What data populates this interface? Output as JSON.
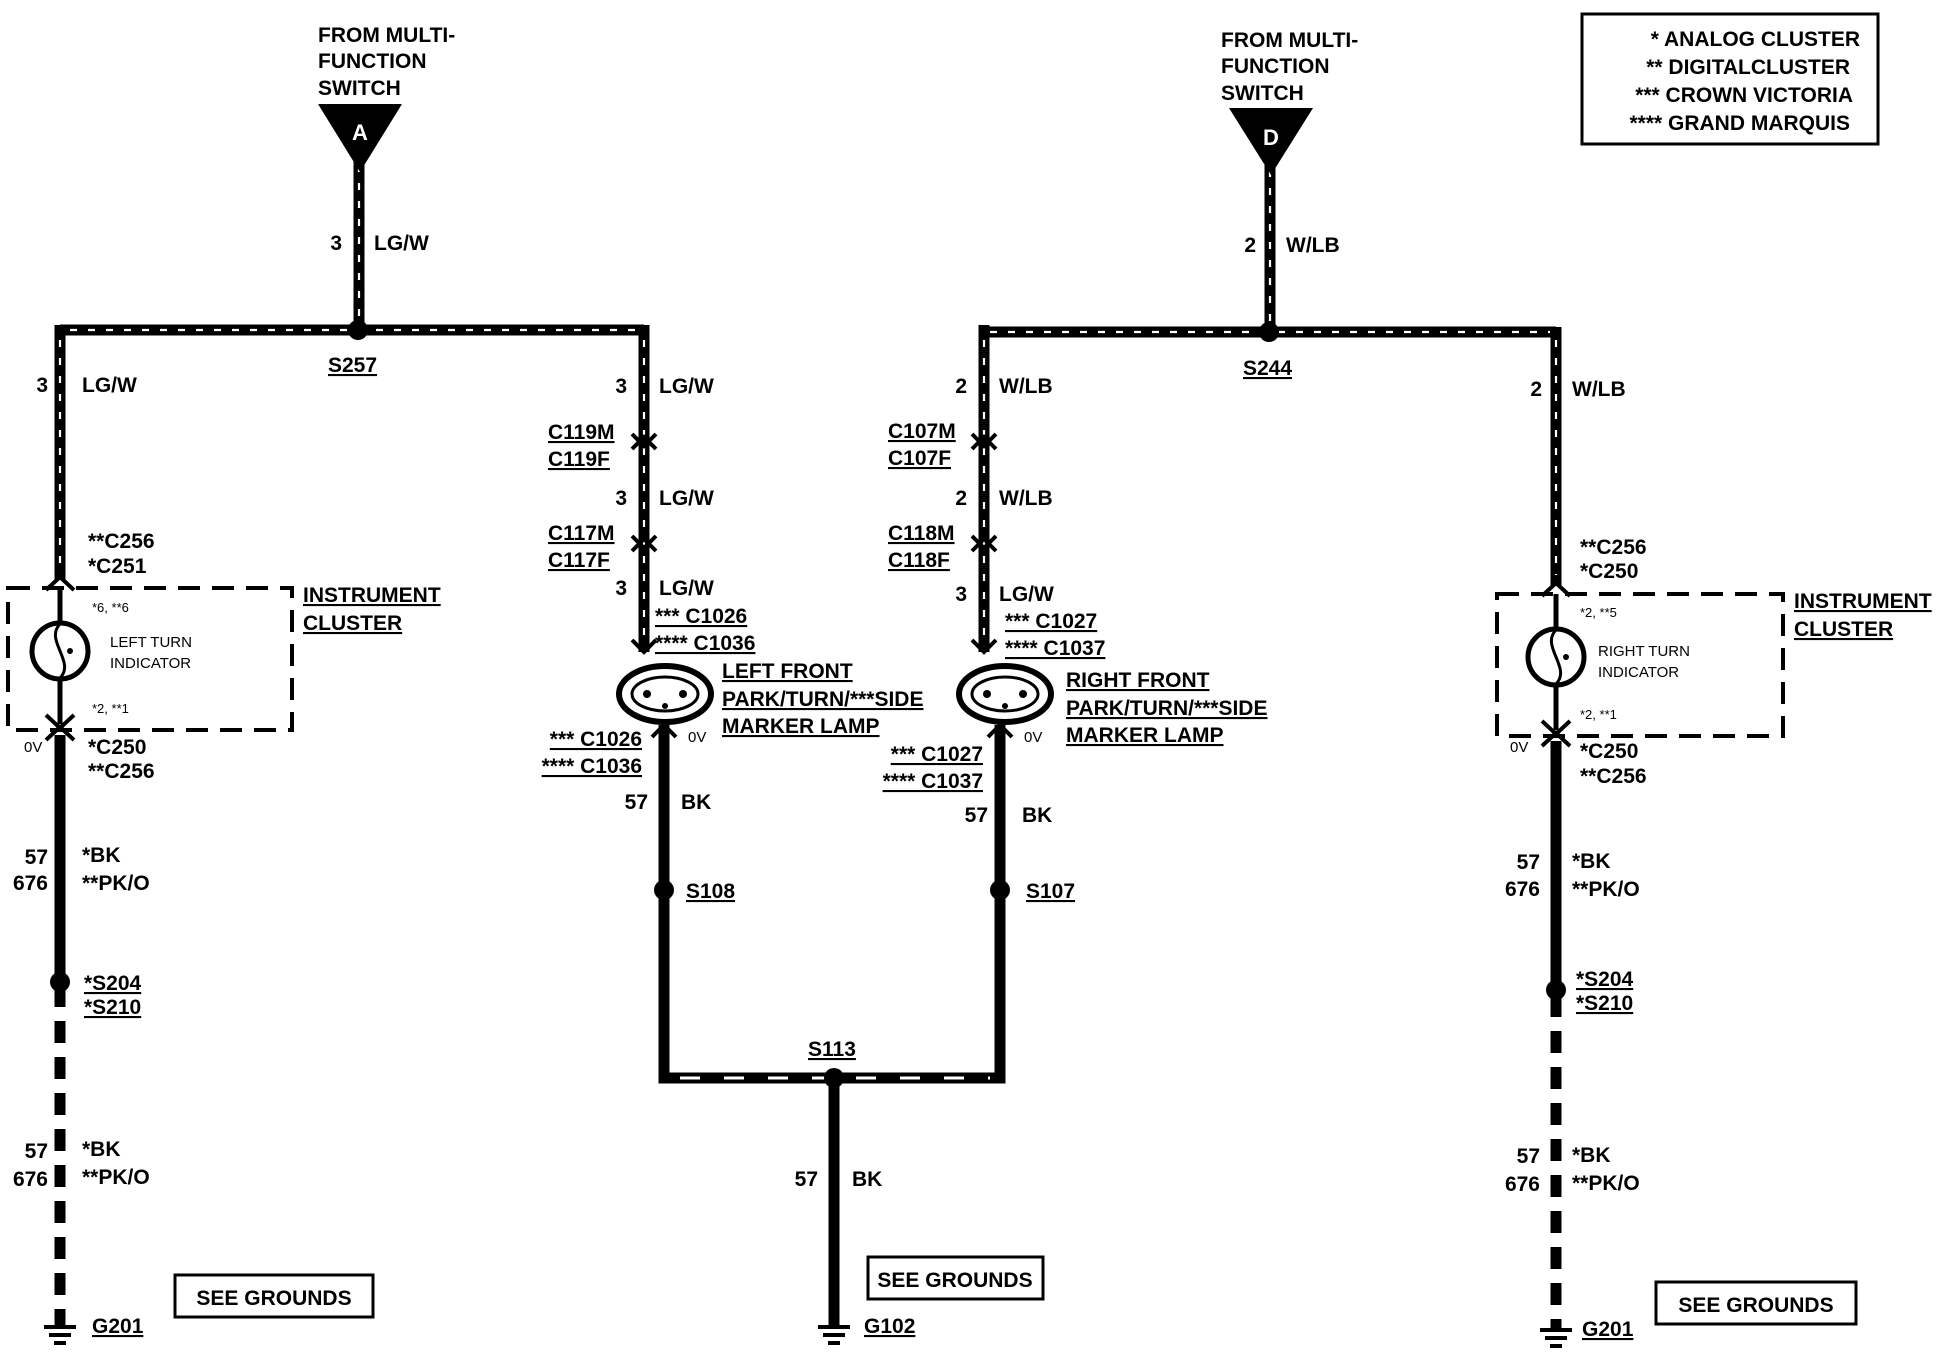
{
  "legend": [
    "* ANALOG CLUSTER",
    "** DIGITALCLUSTER",
    "*** CROWN VICTORIA",
    "**** GRAND MARQUIS"
  ],
  "left": {
    "source": [
      "FROM MULTI-",
      "FUNCTION",
      "SWITCH"
    ],
    "source_letter": "A",
    "feed_circuit": "3",
    "feed_color": "LG/W",
    "splice": "S257",
    "cluster_branch": {
      "circuit": "3",
      "color": "LG/W",
      "conn_in_1": "**C256",
      "conn_in_2": "*C251",
      "pin_in": "*6, **6",
      "cluster_label": [
        "INSTRUMENT",
        "CLUSTER"
      ],
      "indicator": [
        "LEFT TURN",
        "INDICATOR"
      ],
      "pin_out": "*2, **1",
      "zero_v": "0V",
      "conn_out_1": "*C250",
      "conn_out_2": "**C256",
      "ground_circuit_a": "57",
      "ground_circuit_b": "676",
      "ground_color_a": "*BK",
      "ground_color_b": "**PK/O",
      "splice_1": "*S204",
      "splice_2": "*S210",
      "ground_circuit_c": "57",
      "ground_circuit_d": "676",
      "ground_color_c": "*BK",
      "ground_color_d": "**PK/O",
      "see_grounds": "SEE GROUNDS",
      "ground": "G201"
    },
    "lamp_branch": {
      "circuit_1": "3",
      "color_1": "LG/W",
      "conn_a1": "C119M",
      "conn_a2": "C119F",
      "circuit_2": "3",
      "color_2": "LG/W",
      "conn_b1": "C117M",
      "conn_b2": "C117F",
      "circuit_3": "3",
      "color_3": "LG/W",
      "conn_c1": "*** C1026",
      "conn_c2": "**** C1036",
      "lamp_label": [
        "LEFT FRONT",
        "PARK/TURN/***SIDE",
        "MARKER LAMP"
      ],
      "zero_v": "0V",
      "conn_d1": "*** C1026",
      "conn_d2": "**** C1036",
      "ground_circuit": "57",
      "ground_color": "BK",
      "splice": "S108"
    }
  },
  "right": {
    "source": [
      "FROM MULTI-",
      "FUNCTION",
      "SWITCH"
    ],
    "source_letter": "D",
    "feed_circuit": "2",
    "feed_color": "W/LB",
    "splice": "S244",
    "lamp_branch": {
      "circuit_1": "2",
      "color_1": "W/LB",
      "conn_a1": "C107M",
      "conn_a2": "C107F",
      "circuit_2": "2",
      "color_2": "W/LB",
      "conn_b1": "C118M",
      "conn_b2": "C118F",
      "circuit_3": "3",
      "color_3": "LG/W",
      "conn_c1": "*** C1027",
      "conn_c2": "**** C1037",
      "lamp_label": [
        "RIGHT FRONT",
        "PARK/TURN/***SIDE",
        "MARKER LAMP"
      ],
      "zero_v": "0V",
      "conn_d1": "*** C1027",
      "conn_d2": "**** C1037",
      "ground_circuit": "57",
      "ground_color": "BK",
      "splice": "S107"
    },
    "cluster_branch": {
      "circuit": "2",
      "color": "W/LB",
      "conn_in_1": "**C256",
      "conn_in_2": "*C250",
      "pin_in": "*2, **5",
      "cluster_label": [
        "INSTRUMENT",
        "CLUSTER"
      ],
      "indicator": [
        "RIGHT TURN",
        "INDICATOR"
      ],
      "pin_out": "*2, **1",
      "zero_v": "0V",
      "conn_out_1": "*C250",
      "conn_out_2": "**C256",
      "ground_circuit_a": "57",
      "ground_circuit_b": "676",
      "ground_color_a": "*BK",
      "ground_color_b": "**PK/O",
      "splice_1": "*S204",
      "splice_2": "*S210",
      "ground_circuit_c": "57",
      "ground_circuit_d": "676",
      "ground_color_c": "*BK",
      "ground_color_d": "**PK/O",
      "see_grounds": "SEE GROUNDS",
      "ground": "G201"
    }
  },
  "center_ground": {
    "splice": "S113",
    "circuit": "57",
    "color": "BK",
    "see_grounds": "SEE GROUNDS",
    "ground": "G102"
  }
}
